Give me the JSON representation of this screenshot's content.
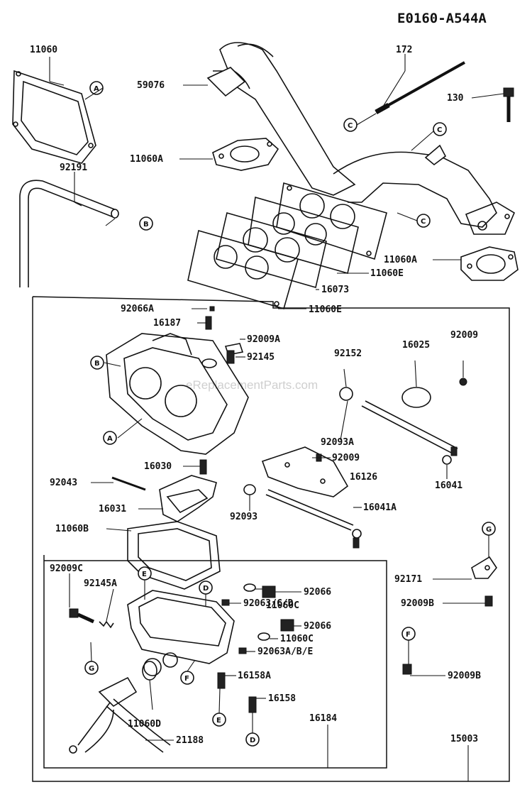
{
  "diagram_code": "E0160-A544A",
  "watermark": "eReplacementParts.com",
  "labels": {
    "l11060": "11060",
    "l59076": "59076",
    "l172": "172",
    "l130": "130",
    "l11060A_top": "11060A",
    "l92191": "92191",
    "l11060A_right": "11060A",
    "l11060E_a": "11060E",
    "l16073": "16073",
    "l11060E_b": "11060E",
    "l92066A": "92066A",
    "l16187": "16187",
    "l92009A": "92009A",
    "l92145": "92145",
    "l92152": "92152",
    "l16025": "16025",
    "l92009_top": "92009",
    "l92093A": "92093A",
    "l92009_mid": "92009",
    "l16126": "16126",
    "l16030": "16030",
    "l92043": "92043",
    "l16031": "16031",
    "l92093": "92093",
    "l16041A": "16041A",
    "l16041": "16041",
    "l11060B": "11060B",
    "l92009C": "92009C",
    "l92145A": "92145A",
    "l92066_a": "92066",
    "l11060C_a": "11060C",
    "l92063CD": "92063/C/D",
    "l92066_b": "92066",
    "l11060C_b": "11060C",
    "l92063ABE": "92063A/B/E",
    "l16158A": "16158A",
    "l16158": "16158",
    "l11060D": "11060D",
    "l21188": "21188",
    "l16184": "16184",
    "l15003": "15003",
    "l92171": "92171",
    "l92009B_a": "92009B",
    "l92009B_b": "92009B"
  },
  "refs": {
    "A": "A",
    "B": "B",
    "C": "C",
    "D": "D",
    "E": "E",
    "F": "F",
    "G": "G"
  }
}
